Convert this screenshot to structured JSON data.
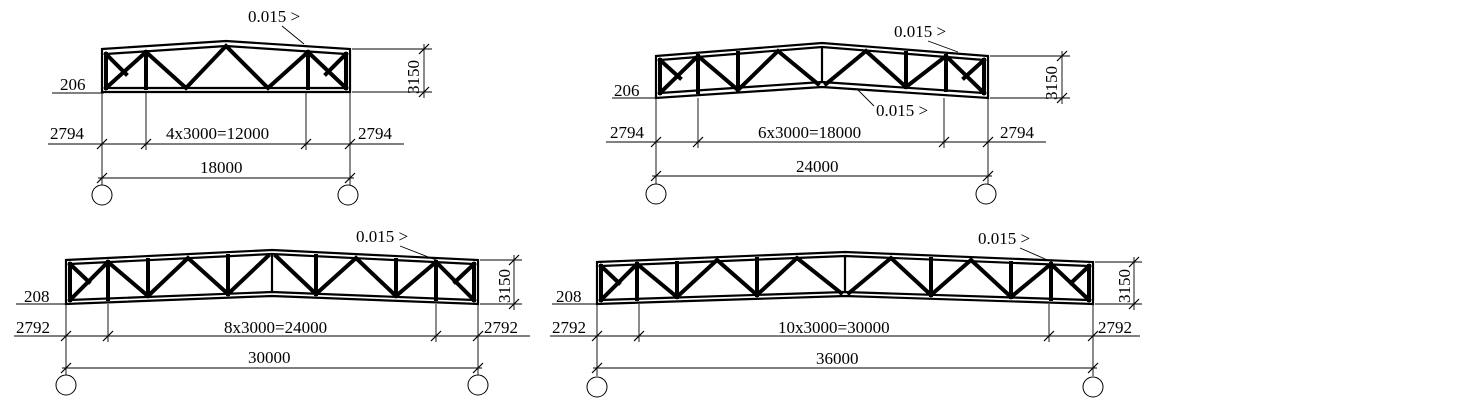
{
  "trusses": [
    {
      "slope": "0.015 >",
      "height": "3150",
      "support": "206",
      "end_left": "2794",
      "end_right": "2794",
      "panels": "4x3000=12000",
      "span": "18000"
    },
    {
      "slope": "0.015 >",
      "slope_bottom": "0.015 >",
      "height": "3150",
      "support": "206",
      "end_left": "2794",
      "end_right": "2794",
      "panels": "6x3000=18000",
      "span": "24000"
    },
    {
      "slope": "0.015 >",
      "height": "3150",
      "support": "208",
      "end_left": "2792",
      "end_right": "2792",
      "panels": "8x3000=24000",
      "span": "30000"
    },
    {
      "slope": "0.015 >",
      "height": "3150",
      "support": "208",
      "end_left": "2792",
      "end_right": "2792",
      "panels": "10x3000=30000",
      "span": "36000"
    }
  ]
}
